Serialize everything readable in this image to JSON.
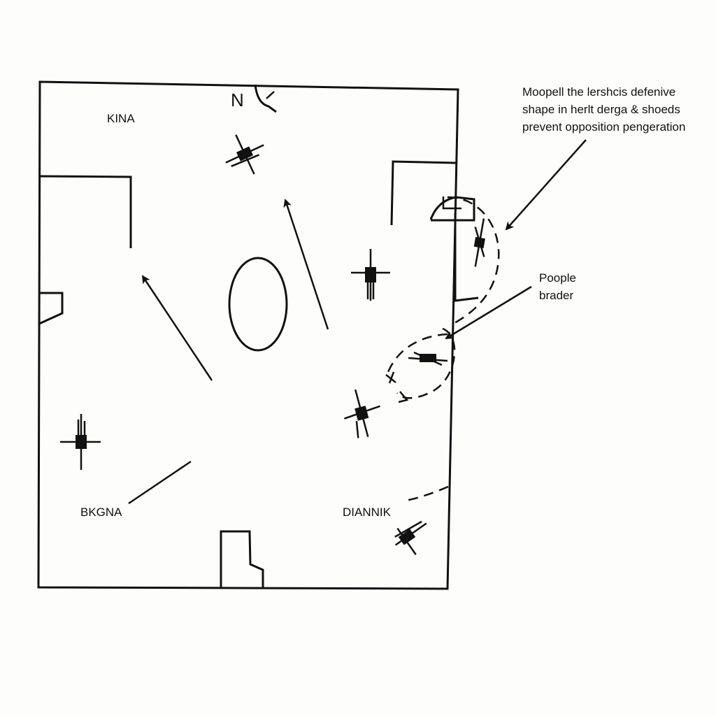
{
  "labels": {
    "top_left": "KINA",
    "north": "N",
    "bottom_left": "BKGNA",
    "bottom_right": "DIANNIK"
  },
  "annotations": {
    "top_note": [
      "Moopell the lershcis defenive",
      "shape in herlt derga & shoeds",
      "prevent opposition pengeration"
    ],
    "side_note": [
      "Poople",
      "brader"
    ]
  },
  "colors": {
    "ink": "#111111",
    "background": "#fdfdfc"
  }
}
